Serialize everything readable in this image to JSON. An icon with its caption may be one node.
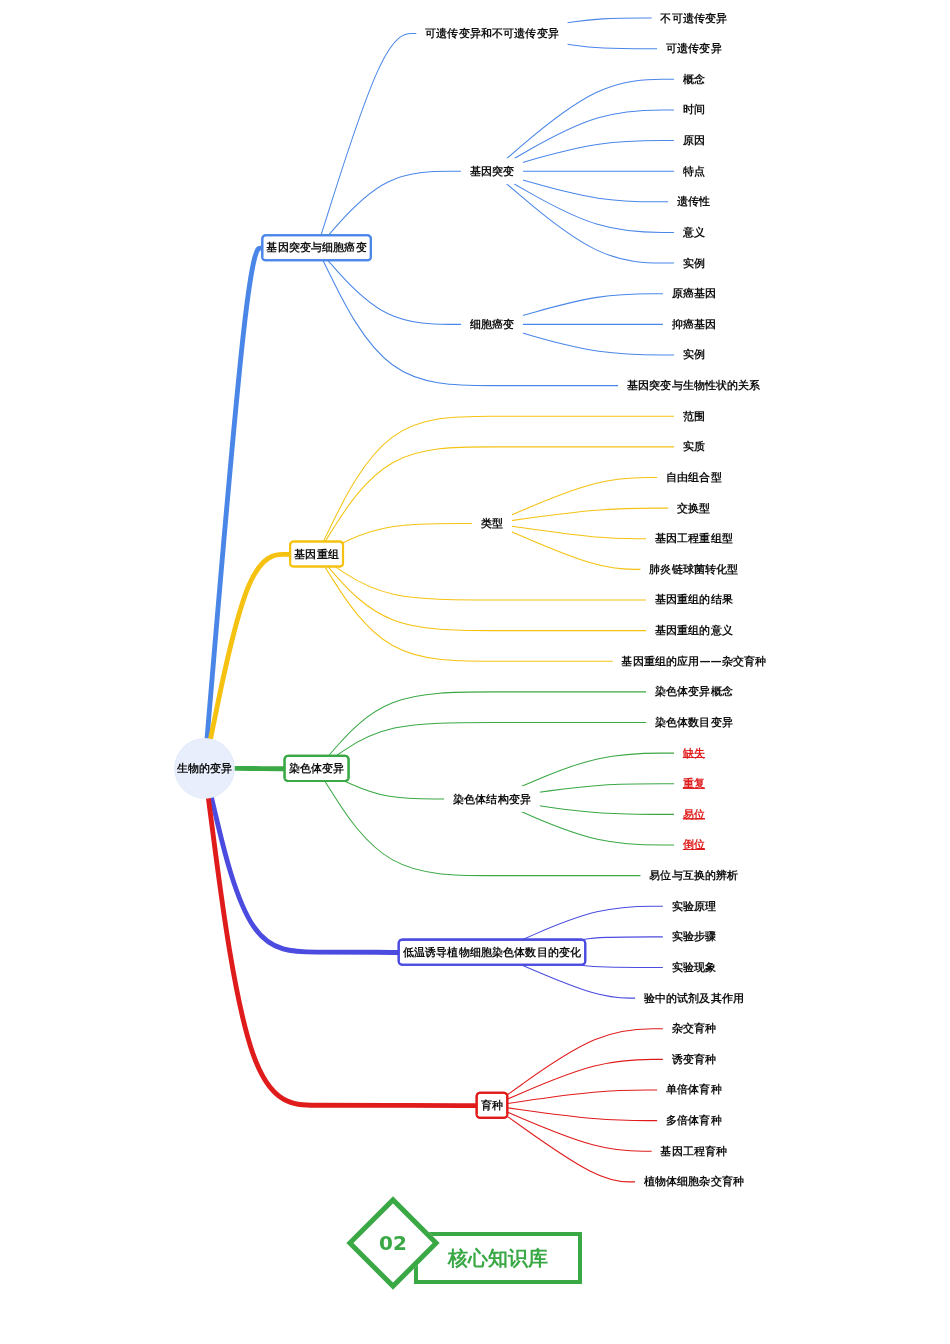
{
  "diagram": {
    "nodes": [
      {
        "text": [
          "生物的变异"
        ]
      },
      {
        "text": [
          "基因突变与细胞癌变"
        ]
      },
      {
        "text": [
          "可遗传变异和不可遗传变异"
        ]
      },
      {
        "text": [
          "不可遗传变异"
        ]
      },
      {
        "text": [
          "可遗传变异"
        ]
      },
      {
        "text": [
          "基因突变"
        ]
      },
      {
        "text": [
          "概念"
        ]
      },
      {
        "text": [
          "时间"
        ]
      },
      {
        "text": [
          "原因"
        ]
      },
      {
        "text": [
          "特点"
        ]
      },
      {
        "text": [
          "遗传性"
        ]
      },
      {
        "text": [
          "意义"
        ]
      },
      {
        "text": [
          "实例"
        ]
      },
      {
        "text": [
          "细胞癌变"
        ]
      },
      {
        "text": [
          "原癌基因"
        ]
      },
      {
        "text": [
          "抑癌基因"
        ]
      },
      {
        "text": [
          "实例"
        ]
      },
      {
        "text": [
          "基因突变与生物性状的关系"
        ]
      },
      {
        "text": [
          "基因重组"
        ]
      },
      {
        "text": [
          "范围"
        ]
      },
      {
        "text": [
          "实质"
        ]
      },
      {
        "text": [
          "类型"
        ]
      },
      {
        "text": [
          "自由组合型"
        ]
      },
      {
        "text": [
          "交换型"
        ]
      },
      {
        "text": [
          "基因工程重组型"
        ]
      },
      {
        "text": [
          "肺炎链球菌转化型"
        ]
      },
      {
        "text": [
          "基因重组的结果"
        ]
      },
      {
        "text": [
          "基因重组的意义"
        ]
      },
      {
        "text": [
          "基因重组的应用——杂交育种"
        ]
      },
      {
        "text": [
          "染色体变异"
        ]
      },
      {
        "text": [
          "染色体变异概念"
        ]
      },
      {
        "text": [
          "染色体数目变异"
        ]
      },
      {
        "text": [
          "染色体结构变异"
        ]
      },
      {
        "text": [
          "缺失"
        ]
      },
      {
        "text": [
          "重复"
        ]
      },
      {
        "text": [
          "易位"
        ]
      },
      {
        "text": [
          "倒位"
        ]
      },
      {
        "text": [
          "易位与互换的辨析"
        ]
      },
      {
        "text": [
          "低温诱导植物细胞染色体数目的变化"
        ]
      },
      {
        "text": [
          "实验原理"
        ]
      },
      {
        "text": [
          "实验步骤"
        ]
      },
      {
        "text": [
          "实验现象"
        ]
      },
      {
        "text": [
          "验中的试剂及其作用"
        ]
      },
      {
        "text": [
          "育种"
        ]
      },
      {
        "text": [
          "杂交育种"
        ]
      },
      {
        "text": [
          "诱变育种"
        ]
      },
      {
        "text": [
          "单倍体育种"
        ]
      },
      {
        "text": [
          "多倍体育种"
        ]
      },
      {
        "text": [
          "基因工程育种"
        ]
      },
      {
        "text": [
          "植物体细胞杂交育种"
        ]
      }
    ],
    "edges": [
      {
        "from": 0,
        "to": 1,
        "arrow": "none",
        "style": "thick"
      },
      {
        "from": 1,
        "to": 2,
        "arrow": "none"
      },
      {
        "from": 2,
        "to": 3,
        "arrow": "none"
      },
      {
        "from": 2,
        "to": 4,
        "arrow": "none"
      },
      {
        "from": 1,
        "to": 5,
        "arrow": "none"
      },
      {
        "from": 5,
        "to": 6,
        "arrow": "none"
      },
      {
        "from": 5,
        "to": 7,
        "arrow": "none"
      },
      {
        "from": 5,
        "to": 8,
        "arrow": "none"
      },
      {
        "from": 5,
        "to": 9,
        "arrow": "none"
      },
      {
        "from": 5,
        "to": 10,
        "arrow": "none"
      },
      {
        "from": 5,
        "to": 11,
        "arrow": "none"
      },
      {
        "from": 5,
        "to": 12,
        "arrow": "none"
      },
      {
        "from": 1,
        "to": 13,
        "arrow": "none"
      },
      {
        "from": 13,
        "to": 14,
        "arrow": "none"
      },
      {
        "from": 13,
        "to": 15,
        "arrow": "none"
      },
      {
        "from": 13,
        "to": 16,
        "arrow": "none"
      },
      {
        "from": 1,
        "to": 17,
        "arrow": "none"
      },
      {
        "from": 0,
        "to": 18,
        "arrow": "none",
        "style": "thick",
        "color": "#f5c211"
      },
      {
        "from": 18,
        "to": 19,
        "arrow": "none",
        "color": "#f5c211"
      },
      {
        "from": 18,
        "to": 20,
        "arrow": "none",
        "color": "#f5c211"
      },
      {
        "from": 18,
        "to": 21,
        "arrow": "none",
        "color": "#f5c211"
      },
      {
        "from": 21,
        "to": 22,
        "arrow": "none",
        "color": "#f5c211"
      },
      {
        "from": 21,
        "to": 23,
        "arrow": "none",
        "color": "#f5c211"
      },
      {
        "from": 21,
        "to": 24,
        "arrow": "none",
        "color": "#f5c211"
      },
      {
        "from": 21,
        "to": 25,
        "arrow": "none",
        "color": "#f5c211"
      },
      {
        "from": 18,
        "to": 26,
        "arrow": "none",
        "color": "#f5c211"
      },
      {
        "from": 18,
        "to": 27,
        "arrow": "none",
        "color": "#f5c211"
      },
      {
        "from": 18,
        "to": 28,
        "arrow": "none",
        "color": "#f5c211"
      },
      {
        "from": 0,
        "to": 29,
        "arrow": "none",
        "style": "thick",
        "color": "#3aa845"
      },
      {
        "from": 29,
        "to": 30,
        "arrow": "none",
        "color": "#3aa845"
      },
      {
        "from": 29,
        "to": 31,
        "arrow": "none",
        "color": "#3aa845"
      },
      {
        "from": 29,
        "to": 32,
        "arrow": "none",
        "color": "#3aa845"
      },
      {
        "from": 32,
        "to": 33,
        "arrow": "none",
        "color": "#3aa845"
      },
      {
        "from": 32,
        "to": 34,
        "arrow": "none",
        "color": "#3aa845"
      },
      {
        "from": 32,
        "to": 35,
        "arrow": "none",
        "color": "#3aa845"
      },
      {
        "from": 32,
        "to": 36,
        "arrow": "none",
        "color": "#3aa845"
      },
      {
        "from": 29,
        "to": 37,
        "arrow": "none",
        "color": "#3aa845"
      },
      {
        "from": 0,
        "to": 38,
        "arrow": "none",
        "style": "thick",
        "color": "#4b4be0"
      },
      {
        "from": 38,
        "to": 39,
        "arrow": "none",
        "color": "#4b4be0"
      },
      {
        "from": 38,
        "to": 40,
        "arrow": "none",
        "color": "#4b4be0"
      },
      {
        "from": 38,
        "to": 41,
        "arrow": "none",
        "color": "#4b4be0"
      },
      {
        "from": 38,
        "to": 42,
        "arrow": "none",
        "color": "#4b4be0"
      },
      {
        "from": 0,
        "to": 43,
        "arrow": "none",
        "style": "thick",
        "color": "#e01b1b"
      },
      {
        "from": 43,
        "to": 44,
        "arrow": "none",
        "color": "#e01b1b"
      },
      {
        "from": 43,
        "to": 45,
        "arrow": "none",
        "color": "#e01b1b"
      },
      {
        "from": 43,
        "to": 46,
        "arrow": "none",
        "color": "#e01b1b"
      },
      {
        "from": 43,
        "to": 47,
        "arrow": "none",
        "color": "#e01b1b"
      },
      {
        "from": 43,
        "to": 48,
        "arrow": "none",
        "color": "#e01b1b"
      },
      {
        "from": 43,
        "to": 49,
        "arrow": "none",
        "color": "#e01b1b"
      }
    ],
    "labels": [
      "02",
      "核心知识库"
    ]
  }
}
